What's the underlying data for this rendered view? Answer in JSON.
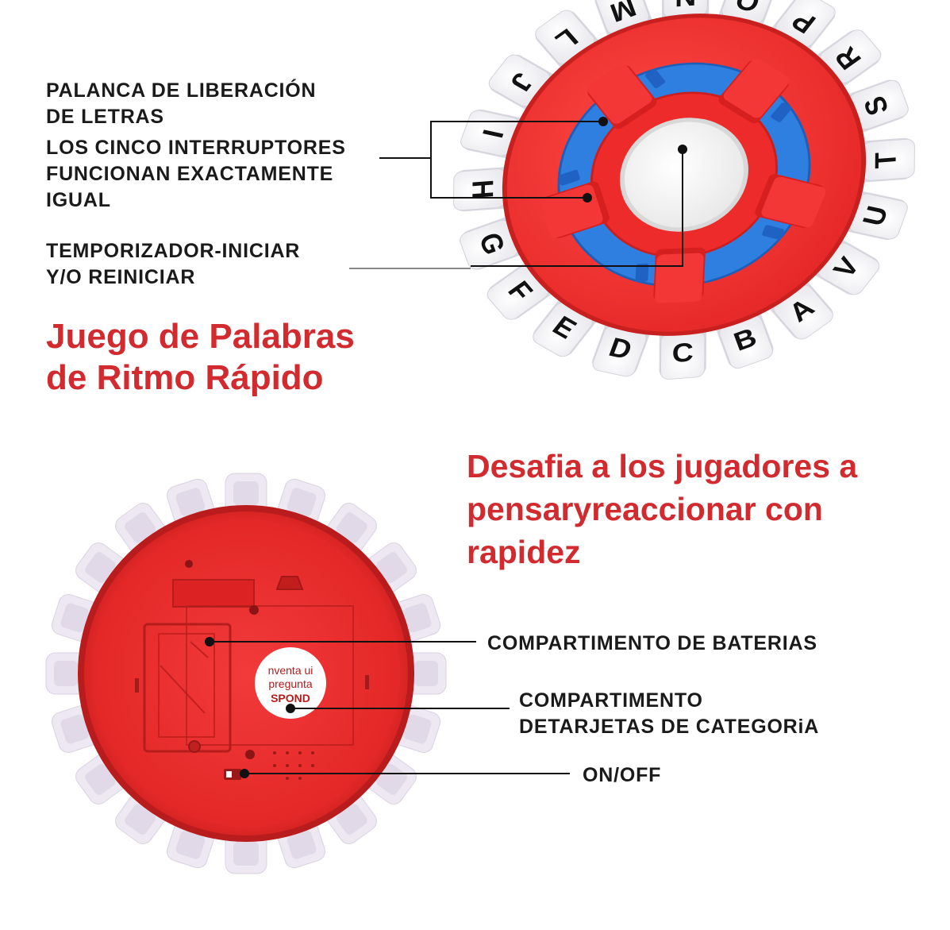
{
  "colors": {
    "accent_red": "#d12a2f",
    "game_red": "#ee2b2b",
    "game_blue": "#2f7fe0",
    "tile_white": "#f7f7f7",
    "text_dark": "#1a1a1a"
  },
  "top_section": {
    "labels": {
      "release_lever": [
        "PALANCA DE LIBERACIÓN",
        "DE LETRAS"
      ],
      "switches": [
        "LOS CINCO INTERRUPTORES",
        "FUNCIONAN EXACTAMENTE",
        "IGUAL"
      ],
      "timer": [
        "TEMPORIZADOR-INICIAR",
        "Y/O REINICIAR"
      ]
    },
    "headline": [
      "Juego de Palabras",
      "de Ritmo Rápido"
    ],
    "letter_tiles": [
      "A",
      "B",
      "C",
      "D",
      "E",
      "F",
      "G",
      "H",
      "I",
      "J",
      "L",
      "M",
      "N",
      "O",
      "P",
      "R",
      "S",
      "T",
      "U",
      "V"
    ]
  },
  "bottom_section": {
    "headline": [
      "Desafia a los jugadores a",
      "pensaryreaccionar con",
      "rapidez"
    ],
    "labels": {
      "battery": "COMPARTIMENTO DE BATERIAS",
      "cards": [
        "COMPARTIMENTO",
        "DETARJETAS DE CATEGORiA"
      ],
      "power": "ON/OFF"
    },
    "sticker_text": [
      "nventa ui",
      "pregunta",
      "SPOND"
    ]
  }
}
